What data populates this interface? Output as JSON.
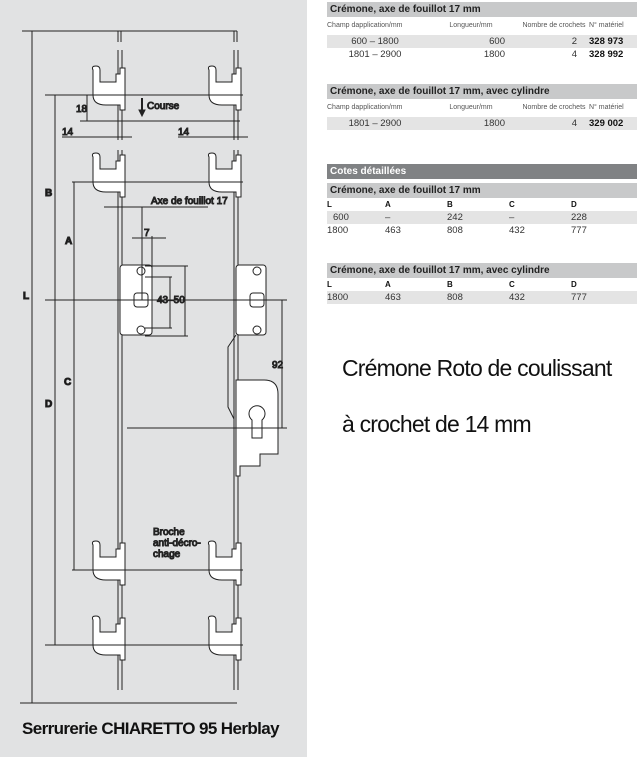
{
  "tables": {
    "t1": {
      "title": "Crémone, axe de fouillot 17 mm",
      "headers": [
        "Champ dapplication/mm",
        "Longueur/mm",
        "Nombre de crochets",
        "N° matériel"
      ],
      "rows": [
        [
          "600 – 1800",
          "600",
          "2",
          "328 973"
        ],
        [
          "1801 – 2900",
          "1800",
          "4",
          "328 992"
        ]
      ]
    },
    "t2": {
      "title": "Crémone, axe de fouillot 17 mm, avec cylindre",
      "headers": [
        "Champ dapplication/mm",
        "Longueur/mm",
        "Nombre de crochets",
        "N° matériel"
      ],
      "rows": [
        [
          "1801 – 2900",
          "1800",
          "4",
          "329 002"
        ]
      ]
    },
    "section": "Cotes détaillées",
    "t3": {
      "title": "Crémone, axe de fouillot 17 mm",
      "headers": [
        "L",
        "A",
        "B",
        "C",
        "D"
      ],
      "rows": [
        [
          "600",
          "–",
          "242",
          "–",
          "228"
        ],
        [
          "1800",
          "463",
          "808",
          "432",
          "777"
        ]
      ]
    },
    "t4": {
      "title": "Crémone, axe de fouillot 17 mm, avec cylindre",
      "headers": [
        "L",
        "A",
        "B",
        "C",
        "D"
      ],
      "rows": [
        [
          "1800",
          "463",
          "808",
          "432",
          "777"
        ]
      ]
    }
  },
  "big_title": {
    "line1": "Crémone Roto de coulissant",
    "line2": "à crochet de 14 mm"
  },
  "drawing": {
    "course": "Course",
    "d18": "18",
    "d14a": "14",
    "d14b": "14",
    "axe": "Axe de fouillot 17",
    "d7": "7",
    "d4350": "43–50",
    "d92": "92",
    "L": "L",
    "A": "A",
    "B": "B",
    "C": "C",
    "D": "D",
    "broche1": "Broche",
    "broche2": "anti-décro-",
    "broche3": "chage"
  },
  "footer": "Serrurerie CHIARETTO 95 Herblay"
}
